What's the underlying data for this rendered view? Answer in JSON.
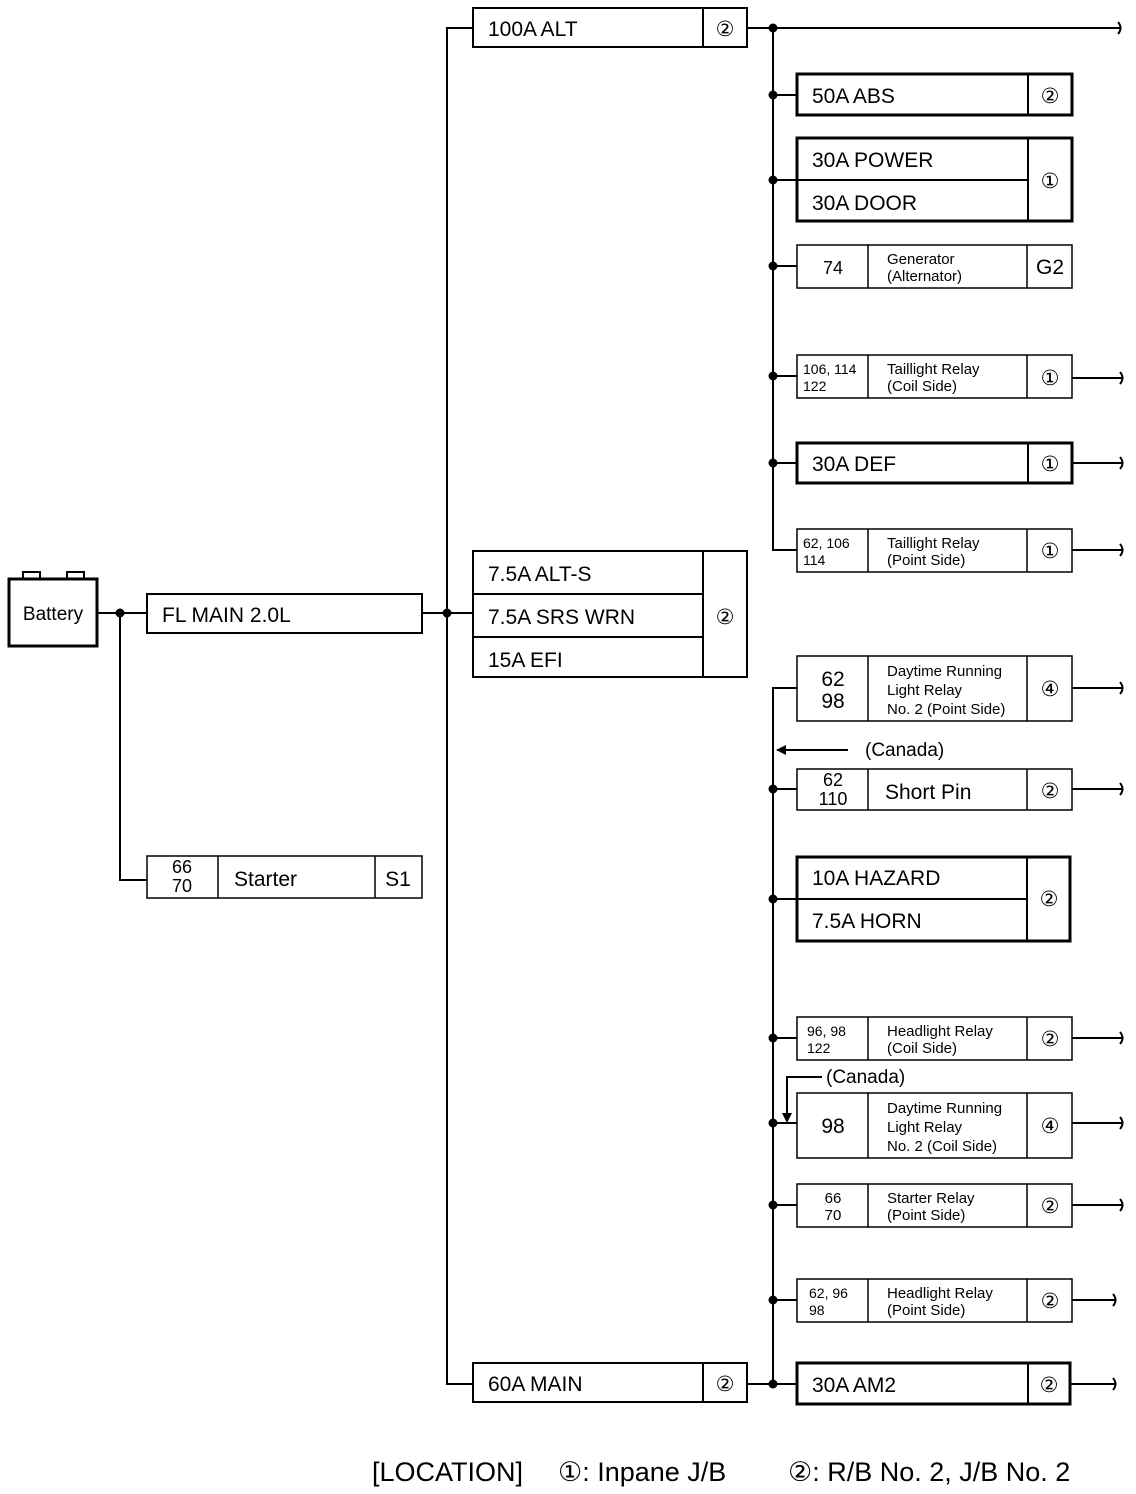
{
  "battery": {
    "label": "Battery"
  },
  "fl_main": {
    "label": "FL MAIN 2.0L"
  },
  "starter": {
    "pins": [
      "66",
      "70"
    ],
    "label": "Starter",
    "code": "S1"
  },
  "fuse_100a": {
    "label": "100A ALT",
    "loc": "②"
  },
  "group_mid": {
    "items": [
      "7.5A ALT-S",
      "7.5A SRS WRN",
      "15A EFI"
    ],
    "loc": "②"
  },
  "fuse_60a": {
    "label": "60A MAIN",
    "loc": "②"
  },
  "right_upper": {
    "abs": {
      "label": "50A ABS",
      "loc": "②"
    },
    "power_door": {
      "items": [
        "30A POWER",
        "30A DOOR"
      ],
      "loc": "①"
    },
    "generator": {
      "pin": "74",
      "name": [
        "Generator",
        "(Alternator)"
      ],
      "code": "G2"
    },
    "taillight_coil": {
      "pins": [
        "106, 114",
        "122"
      ],
      "name": [
        "Taillight Relay",
        "(Coil Side)"
      ],
      "loc": "①"
    },
    "def": {
      "label": "30A DEF",
      "loc": "①"
    },
    "taillight_point": {
      "pins": [
        "62, 106",
        "114"
      ],
      "name": [
        "Taillight Relay",
        "(Point Side)"
      ],
      "loc": "①"
    }
  },
  "right_lower": {
    "drl_point": {
      "pins": [
        "62",
        "98"
      ],
      "name": [
        "Daytime Running",
        "Light Relay",
        "No. 2 (Point Side)"
      ],
      "loc": "④"
    },
    "canada_1": "(Canada)",
    "short_pin": {
      "pins": [
        "62",
        "110"
      ],
      "name": "Short Pin",
      "loc": "②"
    },
    "hazard_horn": {
      "items": [
        "10A HAZARD",
        "7.5A HORN"
      ],
      "loc": "②"
    },
    "headlight_coil": {
      "pins": [
        "96, 98",
        "122"
      ],
      "name": [
        "Headlight Relay",
        "(Coil Side)"
      ],
      "loc": "②"
    },
    "canada_2": "(Canada)",
    "drl_coil": {
      "pin": "98",
      "name": [
        "Daytime Running",
        "Light Relay",
        "No. 2 (Coil Side)"
      ],
      "loc": "④"
    },
    "starter_relay": {
      "pins": [
        "66",
        "70"
      ],
      "name": [
        "Starter Relay",
        "(Point Side)"
      ],
      "loc": "②"
    },
    "headlight_point": {
      "pins": [
        "62, 96",
        "98"
      ],
      "name": [
        "Headlight Relay",
        "(Point Side)"
      ],
      "loc": "②"
    },
    "am2": {
      "label": "30A AM2",
      "loc": "②"
    }
  },
  "footer": {
    "prefix": "[LOCATION]",
    "loc1": "①: Inpane J/B",
    "loc2": "②: R/B No. 2, J/B No. 2"
  }
}
